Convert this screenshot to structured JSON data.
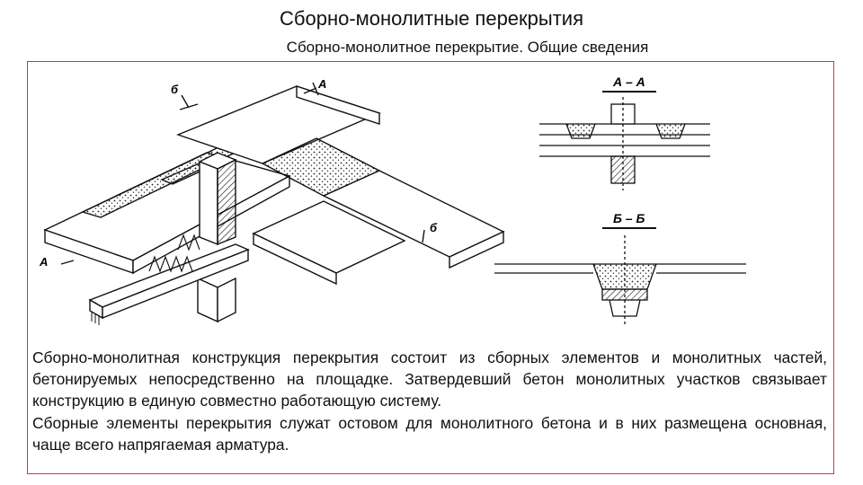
{
  "slide": {
    "title": "Сборно-монолитные перекрытия",
    "subtitle": "Сборно-монолитное перекрытие. Общие сведения"
  },
  "drawing": {
    "labels": {
      "b_top": "б",
      "a_top": "А",
      "a_left": "А",
      "b_right": "б",
      "section_aa": "А – А",
      "section_bb": "Б – Б"
    }
  },
  "text": {
    "paragraph1": "Сборно-монолитная конструкция перекрытия состоит из сборных элементов и монолитных частей, бетонируемых непосредственно на площадке. Затвердевший бетон монолитных участков связывает конструкцию в единую совместно работающую систему.",
    "paragraph2": "Сборные элементы перекрытия служат остовом для монолитного бетона и в них размещена основная, чаще всего напрягаемая арматура."
  }
}
